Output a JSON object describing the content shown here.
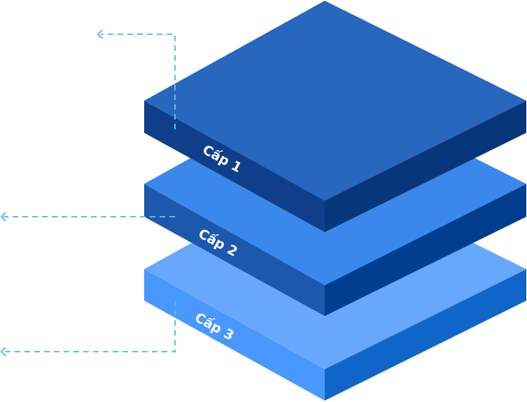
{
  "diagram": {
    "type": "stacked isometric layers",
    "layers": [
      {
        "label": "Cấp 1",
        "colors": {
          "top": "#2767bd",
          "left": "#0f3f8a",
          "right": "#07377a"
        }
      },
      {
        "label": "Cấp 2",
        "colors": {
          "top": "#3b88ec",
          "left": "#1c58ad",
          "right": "#003f90"
        }
      },
      {
        "label": "Cấp 3",
        "colors": {
          "top": "#67a8fc",
          "left": "#4898fd",
          "right": "#1065c8"
        }
      }
    ],
    "connector_color": "#5bc0e0"
  }
}
